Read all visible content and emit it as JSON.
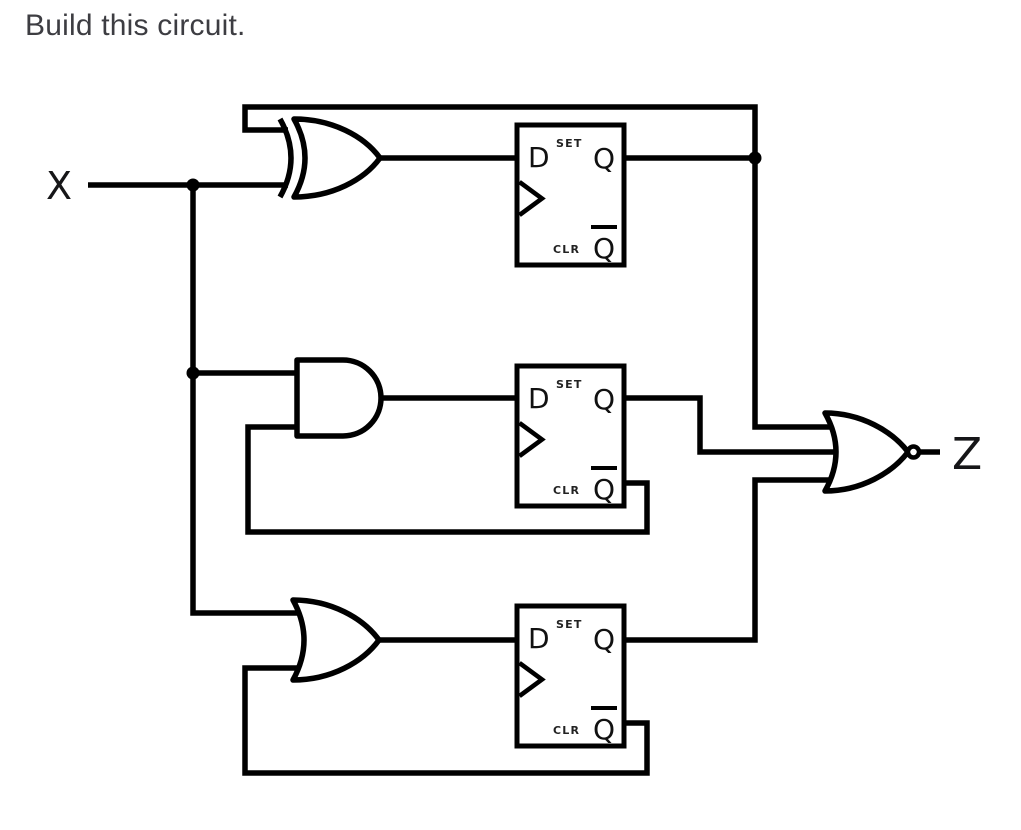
{
  "page": {
    "title": "Build this circuit.",
    "title_color": "#3d3d42",
    "background_color": "#ffffff"
  },
  "circuit": {
    "line_color": "#000000",
    "input_label": "X",
    "output_label": "Z",
    "gates": [
      {
        "id": "xor-gate",
        "type": "XOR",
        "position": "top-left"
      },
      {
        "id": "and-gate",
        "type": "AND",
        "position": "middle-left"
      },
      {
        "id": "or-gate",
        "type": "OR",
        "position": "bottom-left"
      },
      {
        "id": "nor-gate",
        "type": "NOR",
        "position": "right",
        "output_inverted": true
      }
    ],
    "flip_flops": {
      "labels": {
        "d": "D",
        "set": "SET",
        "q": "Q",
        "clr": "CLR",
        "qbar": "Q"
      },
      "qbar_overline": true,
      "instances": [
        {
          "id": "ff-top"
        },
        {
          "id": "ff-middle"
        },
        {
          "id": "ff-bottom"
        }
      ]
    },
    "connections": [
      "X → XOR input 2, AND input 1, OR input 1",
      "FF-top Q → XOR input 1 (top feedback loop), NOR input 1",
      "XOR output → FF-top D",
      "AND output → FF-middle D",
      "FF-middle Q → NOR input 2",
      "FF-middle Q̄ → AND input 2 (feedback loop)",
      "OR output → FF-bottom D",
      "FF-bottom Q → NOR input 3",
      "FF-bottom Q̄ → OR input 2 (feedback loop)",
      "NOR inverted output → Z"
    ]
  }
}
